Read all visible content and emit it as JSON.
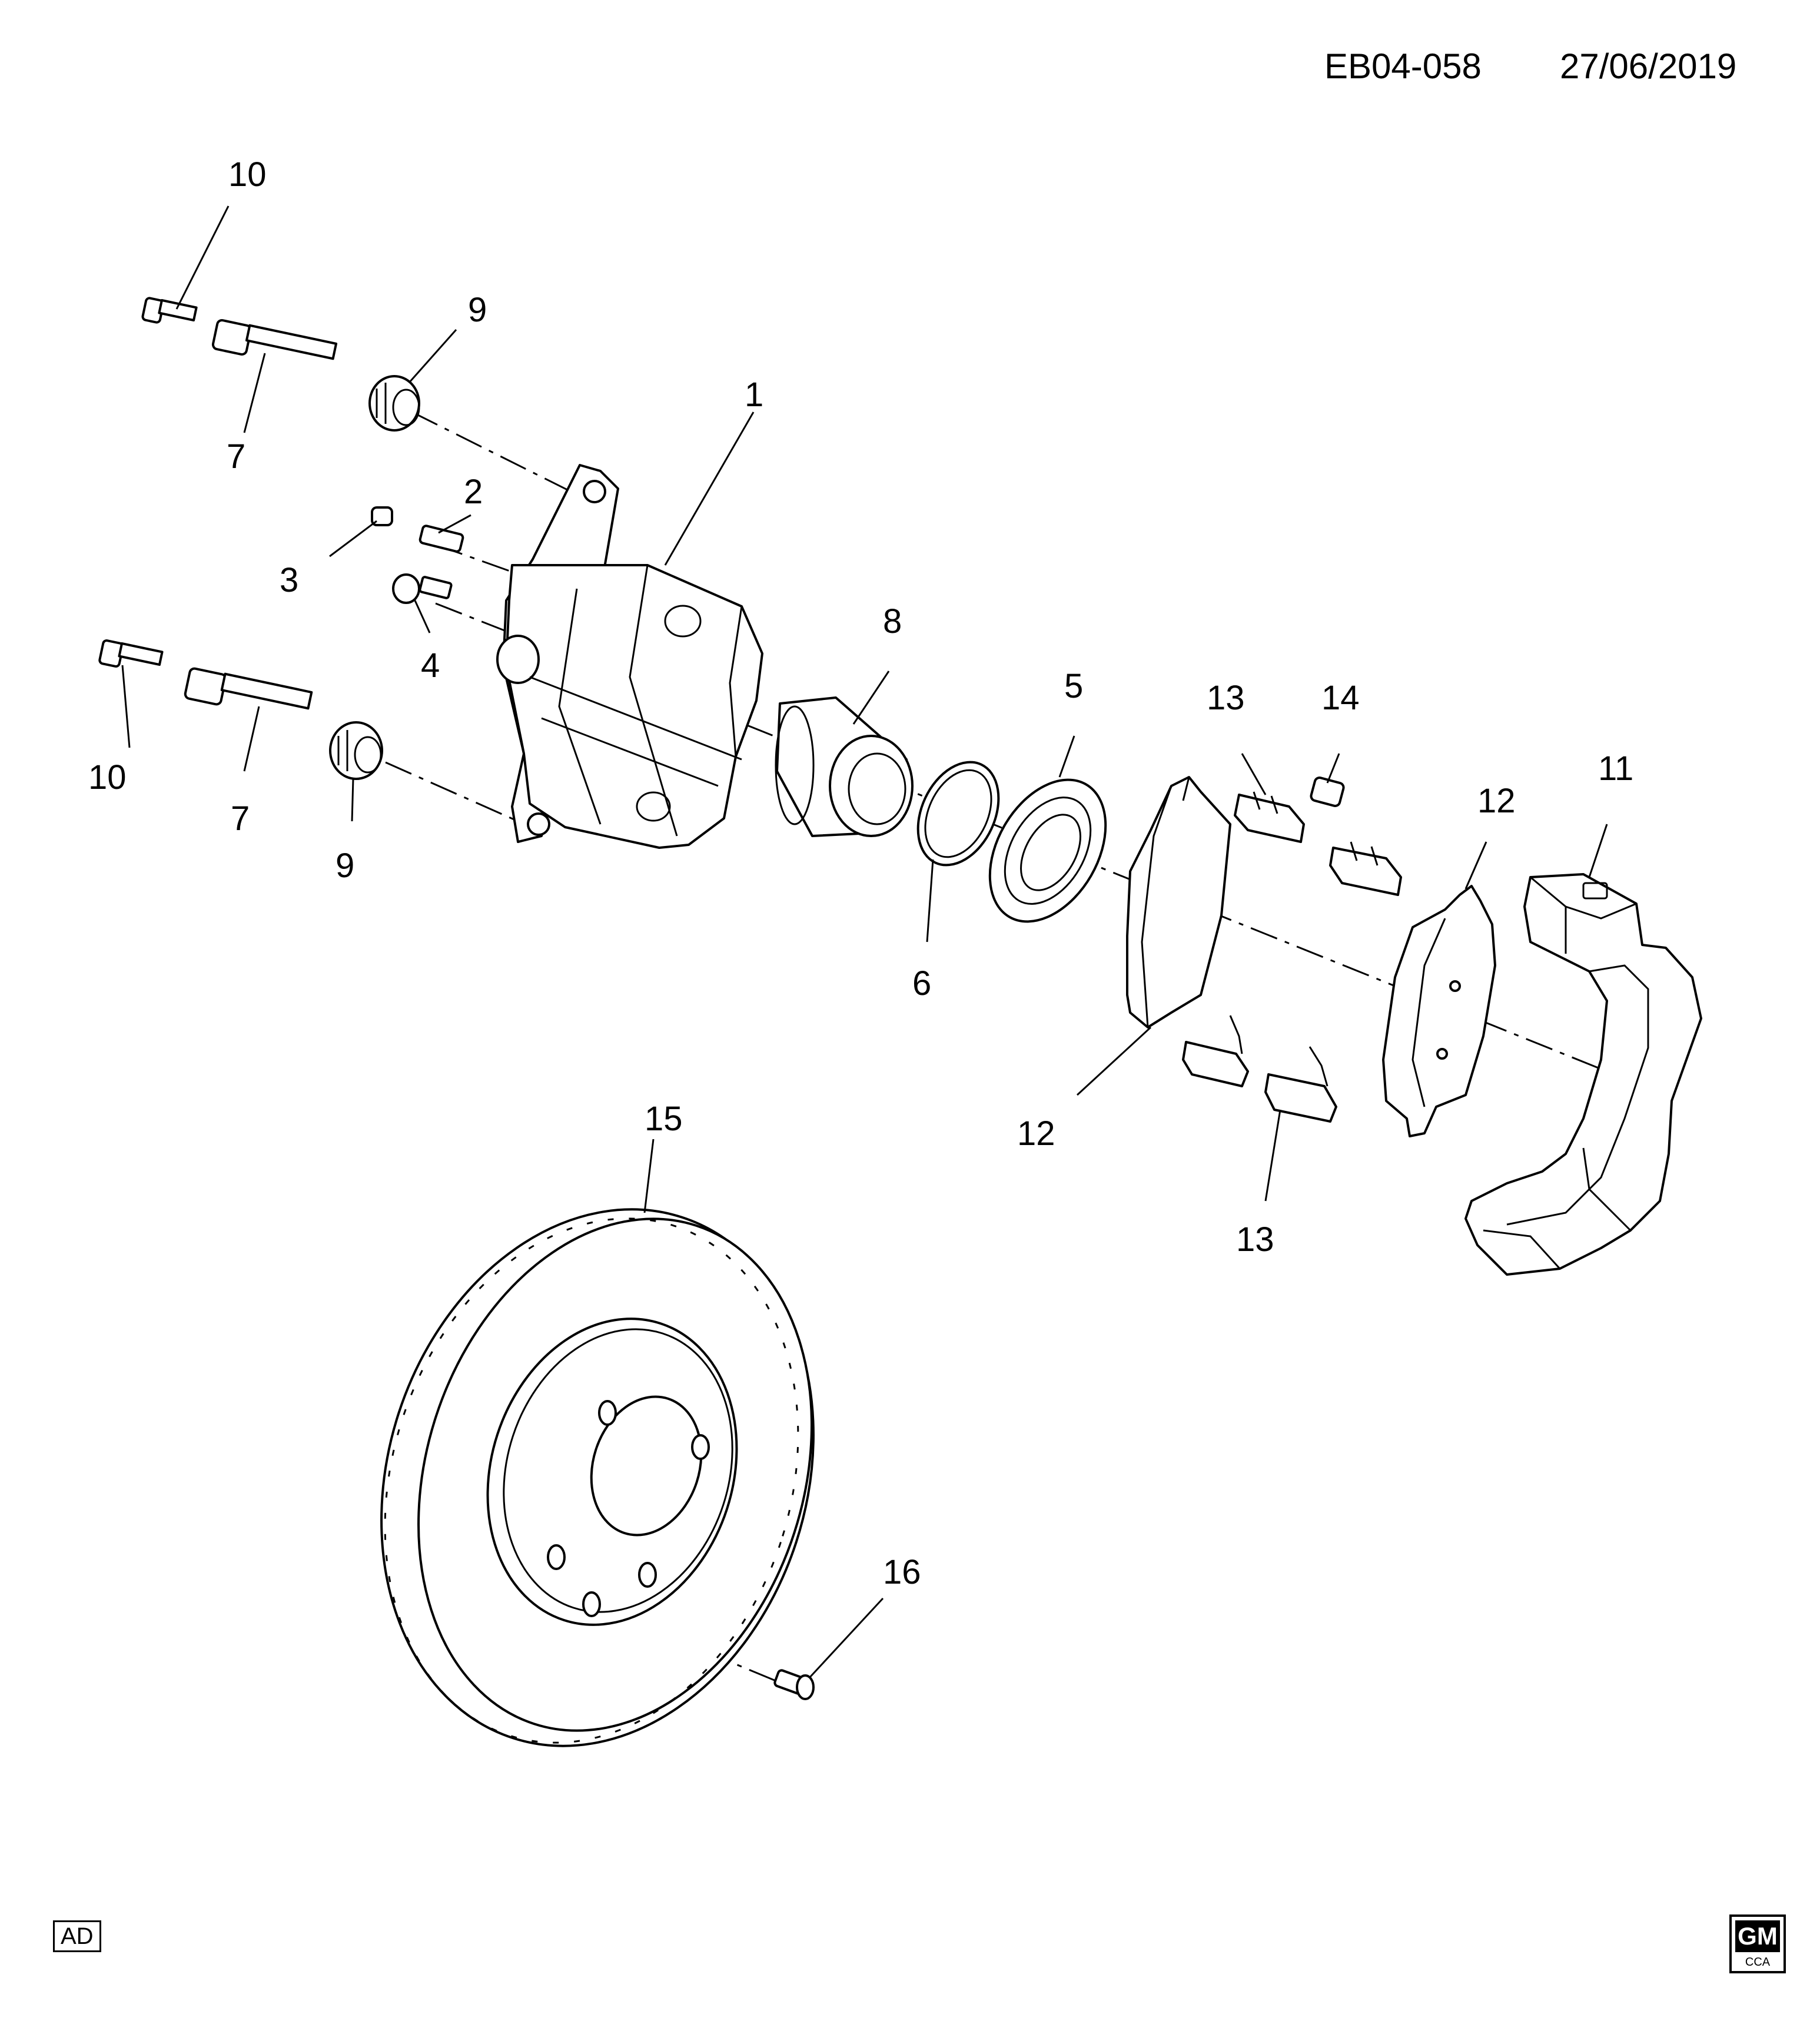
{
  "header": {
    "diagram_code": "EB04-058",
    "date": "27/06/2019"
  },
  "footer": {
    "badge": "AD",
    "logo_text": "GM",
    "logo_subtext": "CCA"
  },
  "callouts": {
    "c1": "1",
    "c2": "2",
    "c3": "3",
    "c4": "4",
    "c5": "5",
    "c6": "6",
    "c7a": "7",
    "c7b": "7",
    "c8": "8",
    "c9a": "9",
    "c9b": "9",
    "c10a": "10",
    "c10b": "10",
    "c11": "11",
    "c12a": "12",
    "c12b": "12",
    "c13a": "13",
    "c13b": "13",
    "c14": "14",
    "c15": "15",
    "c16": "16"
  }
}
